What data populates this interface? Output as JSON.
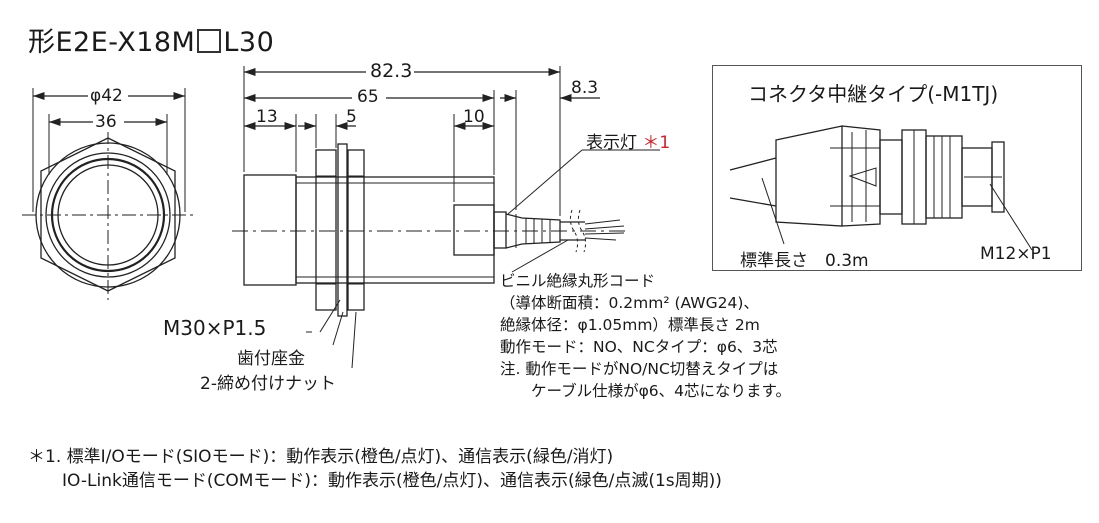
{
  "title": {
    "prefix": "形E2E-X18M",
    "suffix": "L30"
  },
  "front_view": {
    "outer_dim": "φ42",
    "inner_dim": "36"
  },
  "side_view": {
    "total_length": "82.3",
    "body_length": "65",
    "cable_offset": "8.3",
    "front_len": "13",
    "nut_len": "5",
    "rear_len": "10",
    "indicator_label": "表示灯",
    "indicator_mark": "＊1",
    "thread_label": "M30×P1.5",
    "washer_label": "歯付座金",
    "nut_label": "2-締め付けナット"
  },
  "cable_notes": [
    "ビニル絶縁丸形コード",
    "（導体断面積：0.2mm² (AWG24)、",
    "絶縁体径：φ1.05mm）標準長さ 2m",
    "動作モード：NO、NCタイプ：φ6、3芯",
    "注. 動作モードがNO/NC切替えタイプは",
    "　　ケーブル仕様がφ6、4芯になります。"
  ],
  "connector": {
    "title": "コネクタ中継タイプ(-M1TJ)",
    "length_label": "標準長さ　0.3m",
    "thread_label": "M12×P1"
  },
  "footnotes": [
    "＊1. 標準I/Oモード(SIOモード)：動作表示(橙色/点灯)、通信表示(緑色/消灯)",
    "　　IO-Link通信モード(COMモード)：動作表示(橙色/点灯)、通信表示(緑色/点滅(1s周期))"
  ]
}
